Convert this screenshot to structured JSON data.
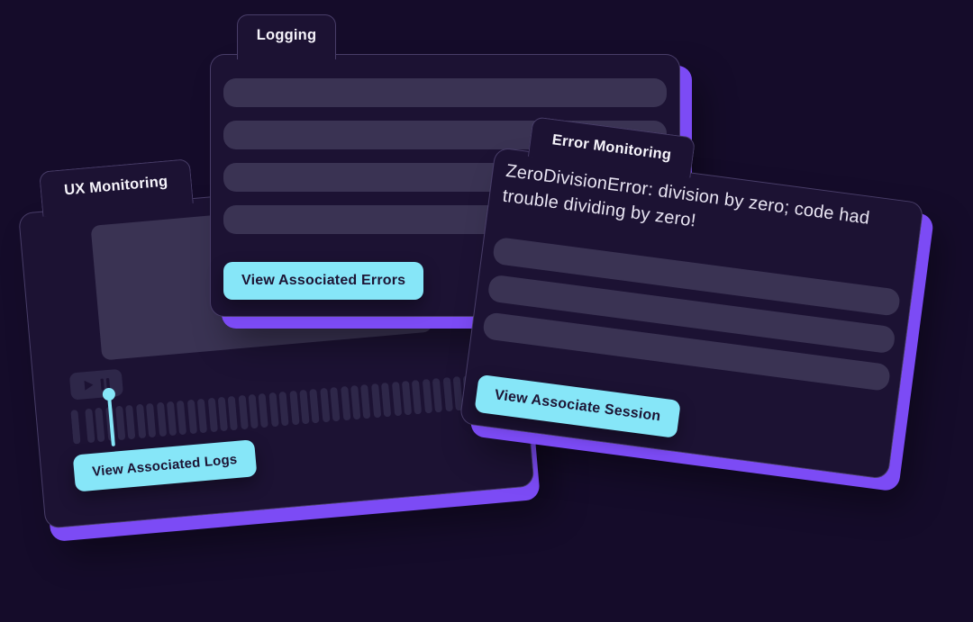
{
  "page": {
    "colors": {
      "bg": "#150c2a",
      "card": "#1c1233",
      "card-border": "rgba(145,132,192,0.38)",
      "skeleton": "#3a3353",
      "waveform": "#2e2749",
      "purple": "#7c4bf5",
      "cyan": "#86e6f8",
      "ink": "#1d1434",
      "text": "#e8e4f2",
      "tab-text": "#f6f4fb"
    }
  },
  "cards": {
    "ux_monitoring": {
      "tab_label": "UX Monitoring",
      "button_label": "View Associated Logs",
      "player": {
        "icons": [
          "play-icon",
          "pause-icon"
        ],
        "waveform_bar_count": 44,
        "playhead_fraction": 0.09
      }
    },
    "logging": {
      "tab_label": "Logging",
      "skeleton_row_count": 4,
      "button_label": "View Associated Errors"
    },
    "error_monitoring": {
      "tab_label": "Error Monitoring",
      "message": "ZeroDivisionError: division by zero; code had trouble dividing by zero!",
      "skeleton_row_count": 3,
      "button_label": "View Associate Session"
    }
  }
}
